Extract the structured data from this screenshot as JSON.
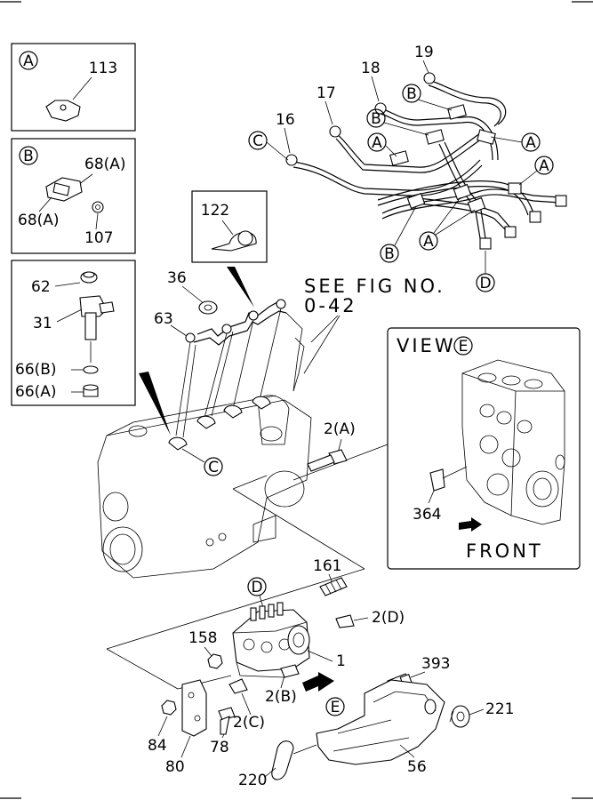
{
  "insets": {
    "a": {
      "letter": "A",
      "part": "113"
    },
    "b": {
      "letter": "B",
      "part_upper": "68(A)",
      "part_left": "68(A)",
      "part_nut": "107"
    },
    "injector": {
      "p62": "62",
      "p31": "31",
      "p66b": "66(B)",
      "p66a": "66(A)"
    },
    "clamp": {
      "part": "122"
    }
  },
  "pipes": {
    "p16": "16",
    "p17": "17",
    "p18": "18",
    "p19": "19",
    "c": "C",
    "b": "B",
    "a": "A",
    "d": "D"
  },
  "see_fig": {
    "line1": "SEE FIG NO.",
    "line2": "0-42"
  },
  "engine": {
    "p36": "36",
    "p63": "63",
    "c": "C"
  },
  "view_e": {
    "title": "VIEW",
    "letter": "E",
    "part": "364",
    "front": "FRONT"
  },
  "pump": {
    "p2a": "2(A)",
    "p161": "161",
    "p2d": "2(D)",
    "d": "D",
    "p158": "158",
    "p1": "1",
    "p2b": "2(B)",
    "p2c": "2(C)",
    "e": "E",
    "p393": "393",
    "p221": "221",
    "p56": "56",
    "p84": "84",
    "p80": "80",
    "p78": "78",
    "p220": "220"
  }
}
